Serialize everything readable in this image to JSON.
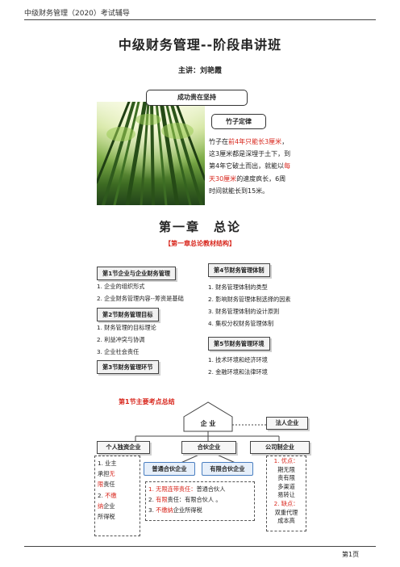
{
  "header": {
    "text": "中级财务管理（2020）考试辅导"
  },
  "title": "中级财务管理--阶段串讲班",
  "lecturer": "主讲：刘艳霞",
  "motto": "成功贵在坚持",
  "bamboo": {
    "title": "竹子定律",
    "lines": [
      [
        {
          "t": "竹子在",
          "c": ""
        },
        {
          "t": "前4年只能长3厘米",
          "c": "red"
        },
        {
          "t": "，",
          "c": ""
        }
      ],
      [
        {
          "t": "这3厘米都是深埋于土下，到",
          "c": ""
        }
      ],
      [
        {
          "t": "第4年它破土而出，就能以",
          "c": ""
        },
        {
          "t": "每",
          "c": "red"
        }
      ],
      [
        {
          "t": "天30厘米",
          "c": "red"
        },
        {
          "t": "的速度疯长，6周",
          "c": ""
        }
      ],
      [
        {
          "t": "时间就能长到15米。",
          "c": ""
        }
      ]
    ]
  },
  "chapter": "第一章　总论",
  "structure": {
    "title": "【第一章总论教材结构】",
    "section1": {
      "title": "第1节企业与企业财务管理",
      "items": [
        "1. 企业的组织形式",
        "2. 企业财务管理内容--筹资是基础"
      ]
    },
    "section2": {
      "title": "第2节财务管理目标",
      "items": [
        "1. 财务管理的目标理论",
        "2. 利益冲突与协调",
        "3. 企业社会责任"
      ]
    },
    "section3": {
      "title": "第3节财务管理环节"
    },
    "section4": {
      "title": "第4节财务管理体制",
      "items": [
        "1. 财务管理体制的类型",
        "2. 影响财务管理体制选择的因素",
        "3. 财务管理体制的设计原则",
        "4. 集权分权财务管理体制"
      ]
    },
    "section5": {
      "title": "第5节财务管理环境",
      "items": [
        "1. 技术环境和经济环境",
        "2. 金融环境和法律环境"
      ]
    }
  },
  "summary": {
    "title": "第1节主要考点总结",
    "root": "企  业",
    "legal_person": "法人企业",
    "types": [
      "个人独资企业",
      "合伙企业",
      "公司制企业"
    ],
    "sole": [
      [
        {
          "t": "1. 业主",
          "c": ""
        }
      ],
      [
        {
          "t": "承担",
          "c": ""
        },
        {
          "t": "无",
          "c": "red"
        }
      ],
      [
        {
          "t": "限",
          "c": "red"
        },
        {
          "t": "责任",
          "c": ""
        }
      ],
      [
        {
          "t": "2. ",
          "c": ""
        },
        {
          "t": "不缴",
          "c": "red"
        }
      ],
      [
        {
          "t": "纳",
          "c": "red"
        },
        {
          "t": "企业",
          "c": ""
        }
      ],
      [
        {
          "t": "所得税",
          "c": ""
        }
      ]
    ],
    "partnership_types": [
      "普通合伙企业",
      "有限合伙企业"
    ],
    "partnership_notes": [
      [
        {
          "t": "1. 无限连带责任：",
          "c": "red"
        },
        {
          "t": "普通合伙人",
          "c": ""
        }
      ],
      [
        {
          "t": "2. ",
          "c": ""
        },
        {
          "t": "有限",
          "c": "red"
        },
        {
          "t": "责任：有限合伙人 。",
          "c": ""
        }
      ],
      [
        {
          "t": "3. ",
          "c": ""
        },
        {
          "t": "不缴纳",
          "c": "red"
        },
        {
          "t": "企业所得税",
          "c": ""
        }
      ]
    ],
    "company": [
      [
        {
          "t": "1. ",
          "c": "red"
        },
        {
          "t": "优点：",
          "c": "red"
        }
      ],
      [
        {
          "t": "期无限",
          "c": ""
        }
      ],
      [
        {
          "t": "责有限",
          "c": ""
        }
      ],
      [
        {
          "t": "多渠道",
          "c": ""
        }
      ],
      [
        {
          "t": "易转让",
          "c": ""
        }
      ],
      [
        {
          "t": "2. ",
          "c": "red"
        },
        {
          "t": "缺点：",
          "c": "red"
        }
      ],
      [
        {
          "t": "双重代理",
          "c": ""
        }
      ],
      [
        {
          "t": "成本高",
          "c": ""
        }
      ]
    ]
  },
  "footer": {
    "page": "第1页"
  },
  "colors": {
    "accent_red": "#d8261c",
    "box_blue": "#4a7fc1",
    "arrow_orange": "#f5a623"
  }
}
